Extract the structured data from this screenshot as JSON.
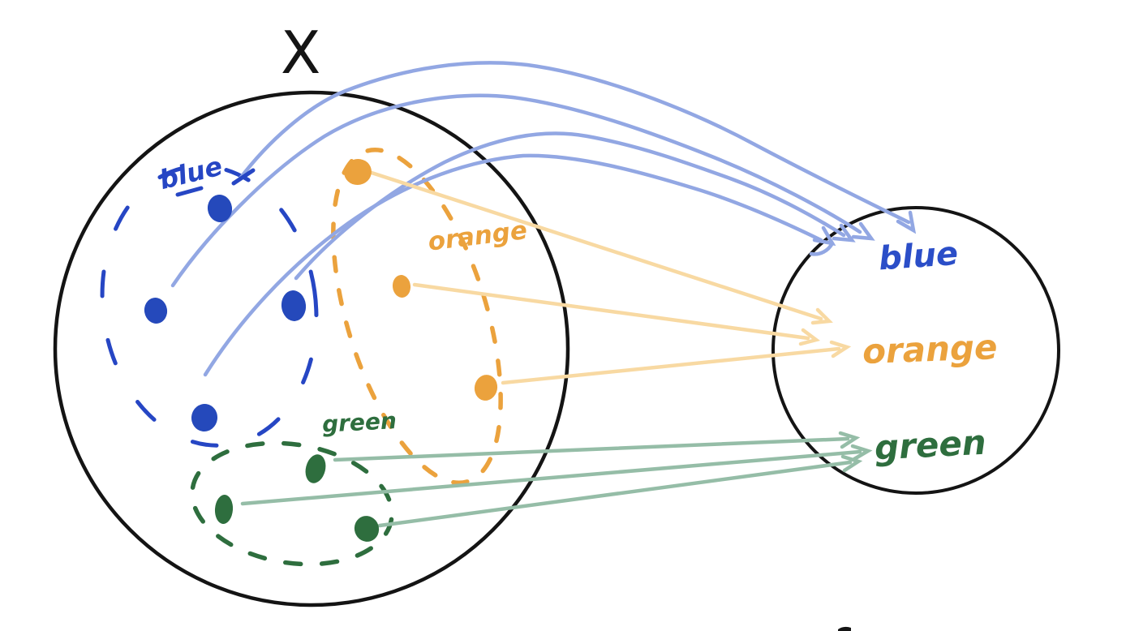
{
  "title": {
    "x_label": "X"
  },
  "left_set": {
    "name_label": "X",
    "groups": [
      {
        "label": "blue",
        "color": "#2646c4",
        "point_count": 4
      },
      {
        "label": "orange",
        "color": "#eba23d",
        "point_count": 3
      },
      {
        "label": "green",
        "color": "#2e6e3e",
        "point_count": 3
      }
    ]
  },
  "right_set": {
    "labels": [
      {
        "label": "blue",
        "color": "#2b4ec8"
      },
      {
        "label": "orange",
        "color": "#eba23d"
      },
      {
        "label": "green",
        "color": "#2e6e3e"
      }
    ]
  },
  "arrows": [
    {
      "from_group": "blue",
      "to_label": "blue",
      "count": 4,
      "color": "#92a7e3"
    },
    {
      "from_group": "orange",
      "to_label": "orange",
      "count": 3,
      "color": "#f8d9a2"
    },
    {
      "from_group": "green",
      "to_label": "green",
      "count": 3,
      "color": "#95bda7"
    }
  ]
}
